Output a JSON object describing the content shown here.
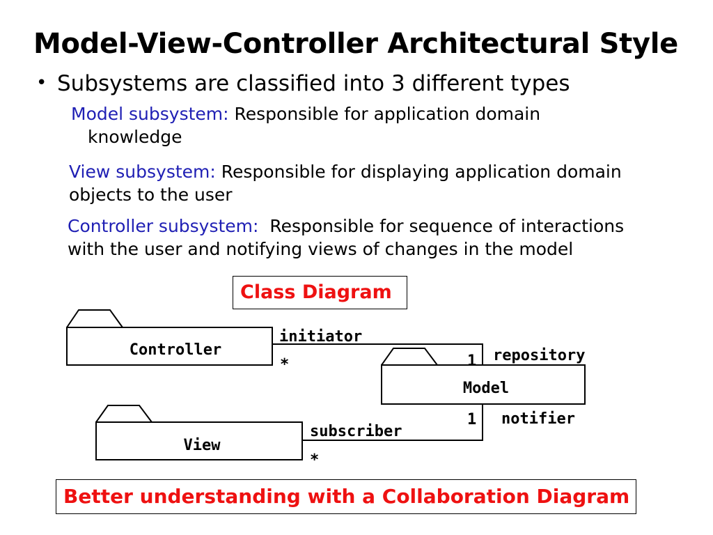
{
  "slide": {
    "title": "Model-View-Controller Architectural Style",
    "bullet": "Subsystems are classified into 3 different types",
    "model": {
      "term": "Model subsystem:",
      "desc_line1": " Responsible for application domain",
      "desc_line2": "knowledge"
    },
    "view": {
      "term": "View subsystem:",
      "desc_line1": " Responsible for displaying application domain",
      "desc_line2": "objects to the user"
    },
    "controller": {
      "term": "Controller subsystem:",
      "desc_line1": "  Responsible for sequence of interactions",
      "desc_line2": "with the user and notifying views of changes in the model"
    },
    "class_diagram_label": "Class Diagram",
    "collaboration_label": "Better understanding with a Collaboration Diagram"
  },
  "diagram": {
    "packages": {
      "controller": "Controller",
      "model": "Model",
      "view": "View"
    },
    "associations": {
      "controller_model": {
        "role_controller": "initiator",
        "mult_controller": "*",
        "role_model": "repository",
        "mult_model": "1"
      },
      "view_model": {
        "role_view": "subscriber",
        "mult_view": "*",
        "role_model": "notifier",
        "mult_model": "1"
      }
    }
  }
}
